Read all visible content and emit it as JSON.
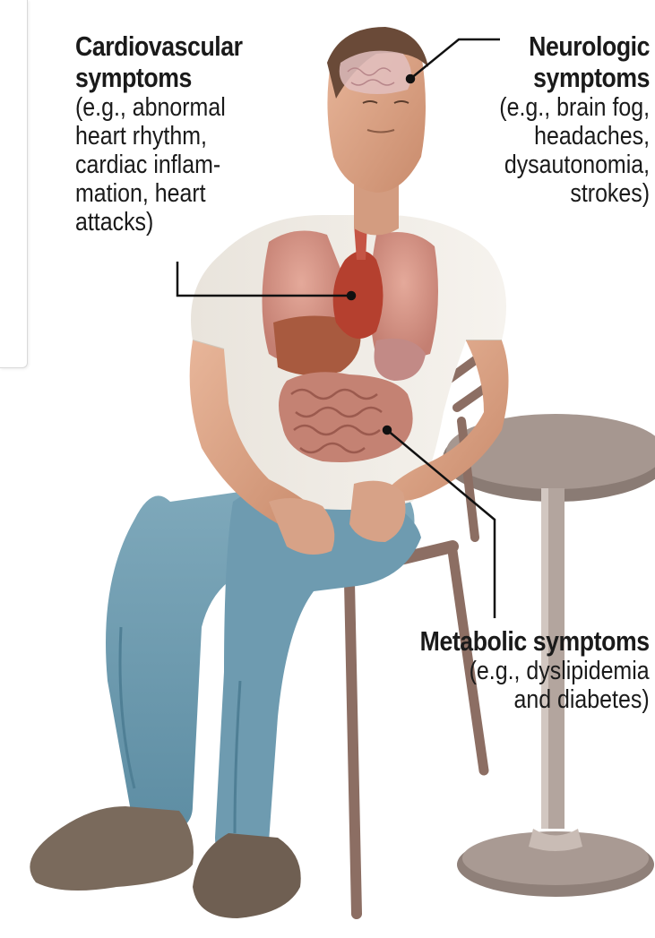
{
  "labels": {
    "cardiovascular": {
      "title": [
        "Cardiovascular",
        "symptoms"
      ],
      "detail": [
        "(e.g., abnormal",
        "heart rhythm,",
        "cardiac inflam-",
        "mation, heart",
        "attacks)"
      ]
    },
    "neurologic": {
      "title": [
        "Neurologic",
        "symptoms"
      ],
      "detail": [
        "(e.g., brain fog,",
        "headaches,",
        "dysautonomia,",
        "strokes)"
      ]
    },
    "metabolic": {
      "title": [
        "Metabolic symptoms"
      ],
      "detail": [
        "(e.g., dyslipidemia",
        "and diabetes)"
      ]
    }
  }
}
